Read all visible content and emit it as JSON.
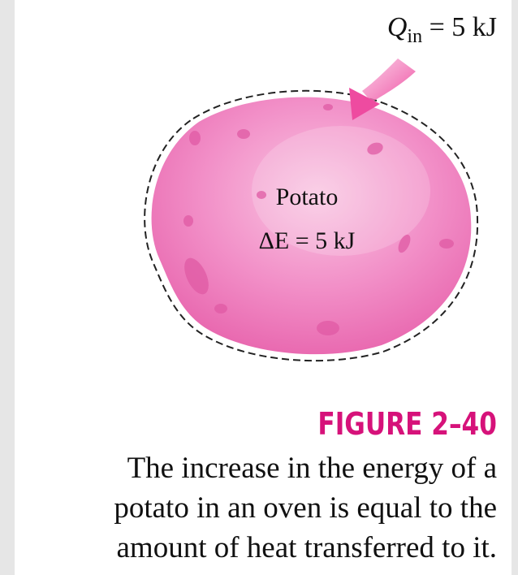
{
  "heat_input": {
    "symbol": "Q",
    "subscript": "in",
    "value_text": " = 5 kJ"
  },
  "system": {
    "name": "Potato",
    "energy_symbol": "ΔE",
    "energy_value_text": " = 5 kJ"
  },
  "figure": {
    "label": "FIGURE 2–40",
    "caption_lines": [
      "The increase in the energy of a",
      "potato in an oven is equal to the",
      "amount of heat transferred to it."
    ]
  },
  "colors": {
    "potato": "#f07fbe",
    "arrow": "#ee4ba0",
    "label_accent": "#d6127a",
    "boundary": "#222222"
  }
}
